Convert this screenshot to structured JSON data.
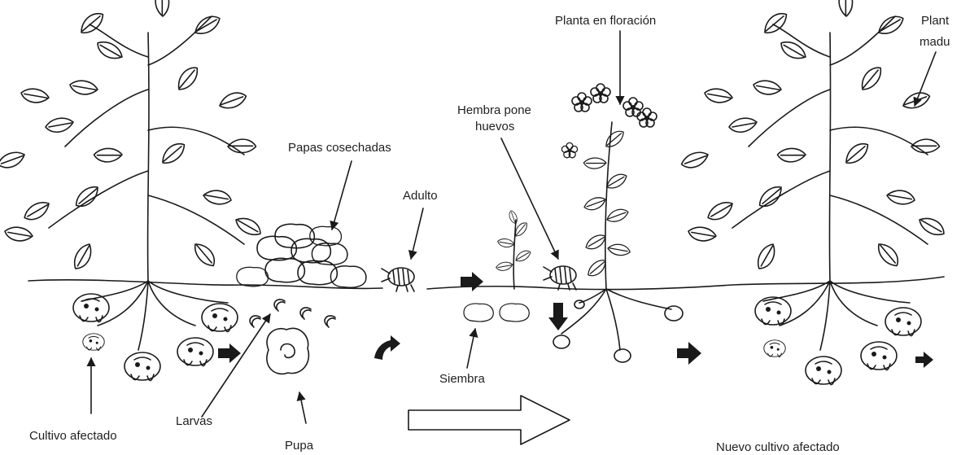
{
  "labels": {
    "cultivo_afectado": "Cultivo afectado",
    "larvas": "Larvas",
    "pupa": "Pupa",
    "papas_cosechadas": "Papas cosechadas",
    "adulto": "Adulto",
    "siembra": "Siembra",
    "hembra_line1": "Hembra pone",
    "hembra_line2": "huevos",
    "planta_floracion": "Planta en floración",
    "planta_madura_line1": "Plant",
    "planta_madura_line2": "madu",
    "nuevo_cultivo": "Nuevo cultivo afectado"
  }
}
